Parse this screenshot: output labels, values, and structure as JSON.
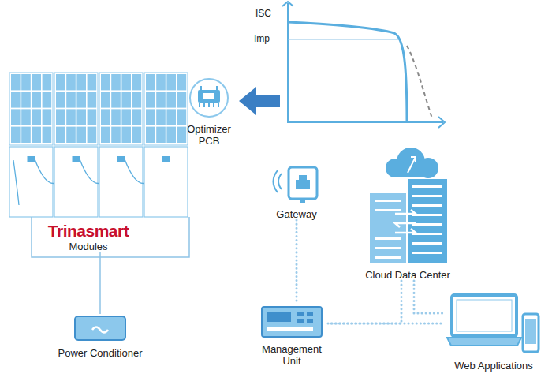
{
  "diagram": {
    "nodes": [
      {
        "text": [
          "Optimizer PCB"
        ]
      },
      {
        "text": [
          "Trinasmart",
          "Modules"
        ]
      },
      {
        "text": [
          "Gateway"
        ]
      },
      {
        "text": [
          "Cloud Data Center"
        ]
      },
      {
        "text": [
          "Power Conditioner"
        ]
      },
      {
        "text": [
          "Management Unit"
        ]
      },
      {
        "text": [
          "Web Applications"
        ]
      }
    ],
    "edges": [
      {
        "from": 1,
        "to": 4,
        "arrow": "none"
      },
      {
        "from": 2,
        "to": 5,
        "arrow": "none"
      },
      {
        "from": 3,
        "to": 5,
        "arrow": "none"
      },
      {
        "from": 3,
        "to": 6,
        "arrow": "none"
      },
      {
        "from": 5,
        "to": 6,
        "arrow": "none"
      }
    ],
    "labels": [
      "ISC",
      "Imp"
    ]
  }
}
